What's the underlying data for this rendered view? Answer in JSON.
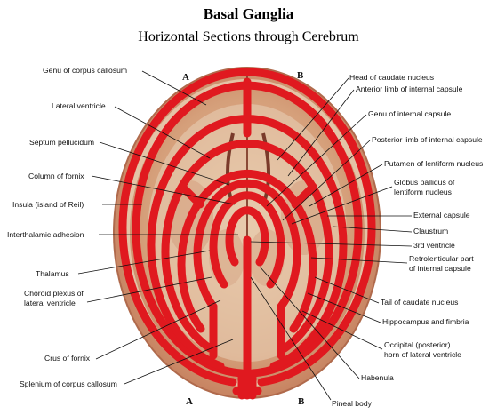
{
  "title": "Basal Ganglia",
  "subtitle": "Horizontal Sections through Cerebrum",
  "section_marks": {
    "a_top": "A",
    "b_top": "B",
    "a_bottom": "A",
    "b_bottom": "B"
  },
  "labels_left": {
    "genu_corpus_callosum": "Genu of corpus callosum",
    "lateral_ventricle": "Lateral ventricle",
    "septum_pellucidum": "Septum pellucidum",
    "column_of_fornix": "Column of fornix",
    "insula": "Insula (island of Reil)",
    "interthalamic_adhesion": "Interthalamic adhesion",
    "thalamus": "Thalamus",
    "choroid_plexus_1": "Choroid plexus of",
    "choroid_plexus_2": "lateral ventricle",
    "crus_of_fornix": "Crus of fornix",
    "splenium": "Splenium of corpus callosum"
  },
  "labels_right": {
    "head_caudate": "Head of caudate nucleus",
    "anterior_limb": "Anterior limb of internal capsule",
    "genu_internal_capsule": "Genu of internal capsule",
    "posterior_limb": "Posterior limb of internal capsule",
    "putamen": "Putamen of lentiform nucleus",
    "globus_pallidus_1": "Globus pallidus of",
    "globus_pallidus_2": "lentiform nucleus",
    "external_capsule": "External capsule",
    "claustrum": "Claustrum",
    "third_ventricle": "3rd ventricle",
    "retrolenticular_1": "Retrolenticular part",
    "retrolenticular_2": "of internal capsule",
    "tail_caudate": "Tail of caudate nucleus",
    "hippocampus": "Hippocampus and fimbria",
    "occipital_horn_1": "Occipital (posterior)",
    "occipital_horn_2": "horn of lateral ventricle",
    "habenula": "Habenula",
    "pineal_body": "Pineal body"
  }
}
